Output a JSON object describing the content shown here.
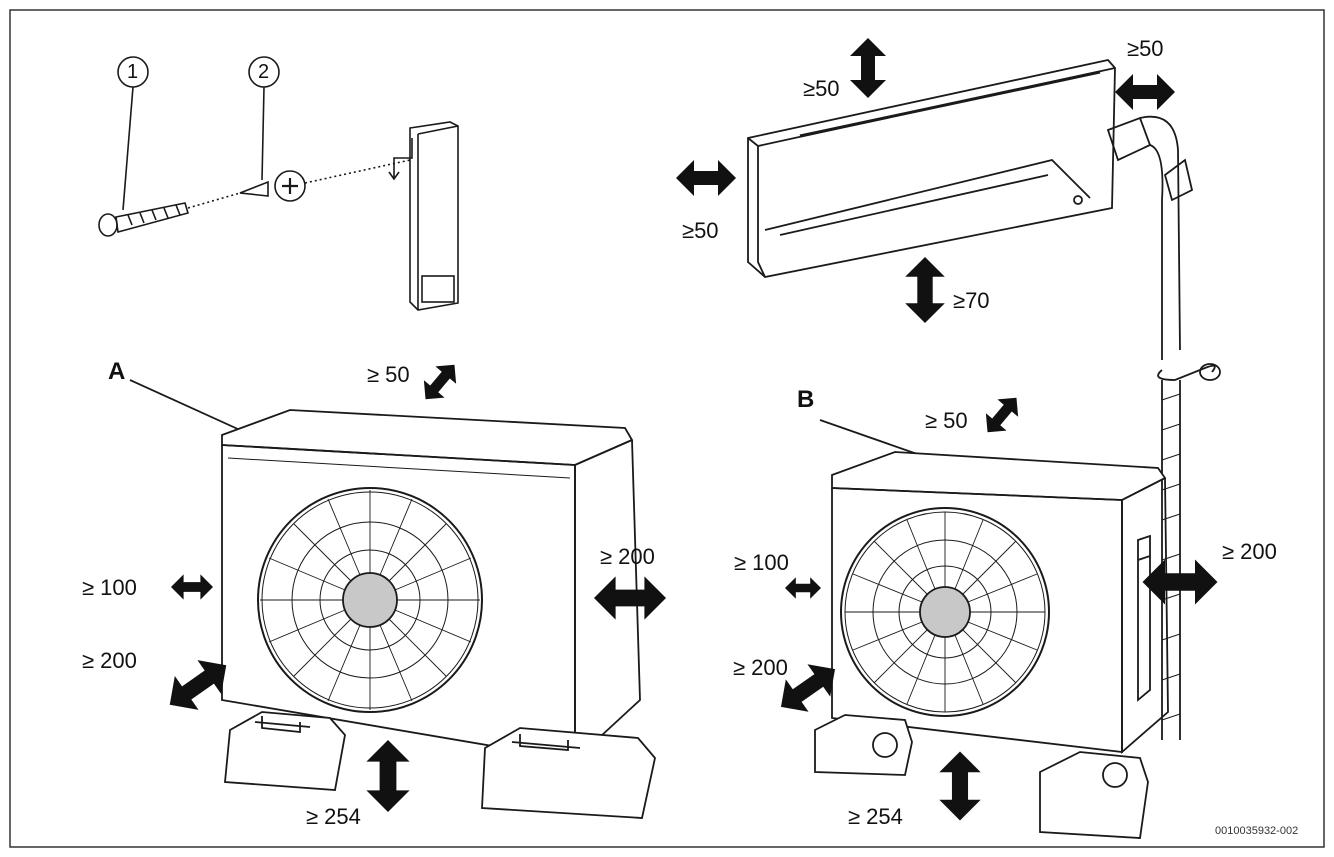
{
  "callouts": {
    "item1": "1",
    "item2": "2",
    "unitA": "A",
    "unitB": "B"
  },
  "clearances": {
    "indoor_top": "≥50",
    "indoor_right": "≥50",
    "indoor_left": "≥50",
    "indoor_bottom": "≥70",
    "a_top": "≥ 50",
    "a_left": "≥ 100",
    "a_front": "≥ 200",
    "a_right": "≥ 200",
    "a_bottom": "≥ 254",
    "b_top": "≥ 50",
    "b_left": "≥ 100",
    "b_front": "≥ 200",
    "b_right": "≥ 200",
    "b_bottom": "≥ 254"
  },
  "figure_code": "0010035932-002",
  "colors": {
    "line": "#1a1a1a",
    "hub": "#c8c8c8",
    "arrow": "#111111"
  }
}
